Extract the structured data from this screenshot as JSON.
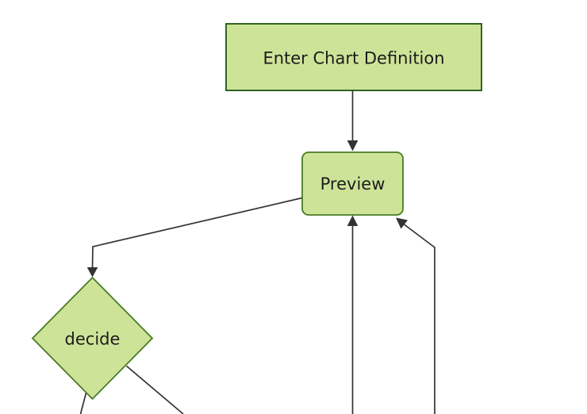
{
  "diagram": {
    "type": "flowchart",
    "orientation": "top-down",
    "colors": {
      "background": "#ffffff",
      "node_fill": "#cde498",
      "rect_stroke": "#1f5310",
      "shape_stroke": "#4a7a26",
      "edge": "#333333",
      "text": "#1c1c1c"
    },
    "nodes": [
      {
        "id": "enter-chart-definition",
        "label": "Enter Chart Definition",
        "shape": "rectangle"
      },
      {
        "id": "preview",
        "label": "Preview",
        "shape": "rounded-rectangle"
      },
      {
        "id": "decide",
        "label": "decide",
        "shape": "diamond"
      }
    ],
    "edges": [
      {
        "from": "enter-chart-definition",
        "to": "preview"
      },
      {
        "from": "preview",
        "to": "decide"
      },
      {
        "from": "decide",
        "to": "offscreen-bottom-left"
      },
      {
        "from": "decide",
        "to": "offscreen-bottom-right"
      },
      {
        "from": "offscreen-bottom",
        "to": "preview"
      },
      {
        "from": "offscreen-bottom-right",
        "to": "preview"
      }
    ]
  }
}
